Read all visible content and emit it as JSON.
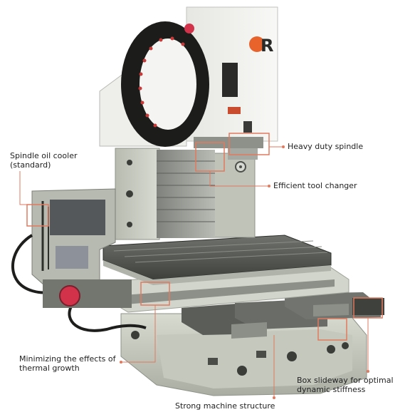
{
  "labels": {
    "spindle_oil_cooler": [
      "Spindle oil cooler",
      "(standard)"
    ],
    "heavy_duty_spindle": "Heavy duty spindle",
    "efficient_tool_changer": "Efficient tool changer",
    "thermal_growth": [
      "Minimizing the effects of",
      "thermal growth"
    ],
    "box_slideway": [
      "Box slideway for optimal",
      "dynamic stiffness"
    ],
    "strong_machine_structure": "Strong machine structure"
  },
  "logo_text": "R",
  "colors": {
    "callout": "#e07a5f",
    "logo": "#e8632c",
    "text": "#222222"
  }
}
